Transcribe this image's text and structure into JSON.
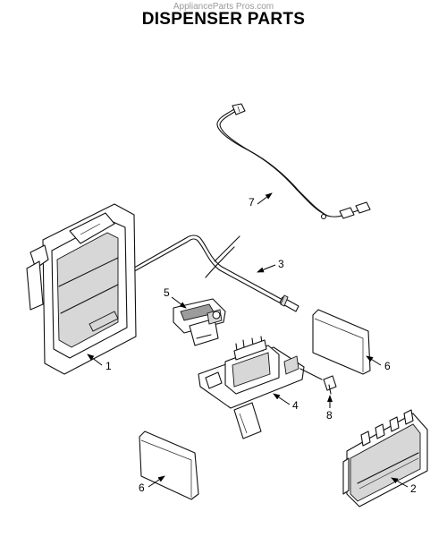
{
  "watermark": "ApplianceParts Pros.com",
  "title": "DISPENSER PARTS",
  "callouts": {
    "c1": "1",
    "c2": "2",
    "c3": "3",
    "c4": "4",
    "c5": "5",
    "c6a": "6",
    "c6b": "6",
    "c7": "7",
    "c8": "8"
  }
}
